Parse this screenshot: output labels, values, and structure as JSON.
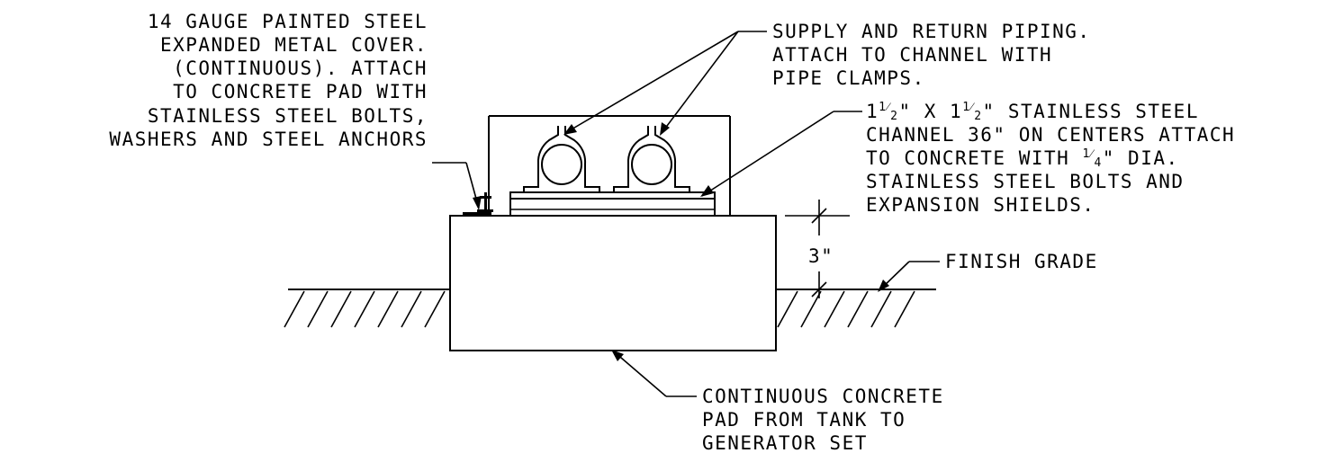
{
  "notes": {
    "cover": {
      "lines": [
        "14 GAUGE PAINTED STEEL",
        "EXPANDED METAL COVER.",
        "(CONTINUOUS). ATTACH",
        "TO CONCRETE PAD WITH",
        "STAINLESS STEEL BOLTS,",
        "WASHERS AND STEEL ANCHORS"
      ]
    },
    "piping": {
      "lines": [
        "SUPPLY AND RETURN PIPING.",
        "ATTACH TO CHANNEL WITH",
        "PIPE CLAMPS."
      ]
    },
    "channel": {
      "line1_a": "1",
      "line1_frac_num": "1",
      "line1_frac_den": "2",
      "line1_b": "\" X 1",
      "line1_frac_num2": "1",
      "line1_frac_den2": "2",
      "line1_c": "\" STAINLESS STEEL",
      "line2": "CHANNEL 36\" ON CENTERS ATTACH",
      "line3_a": "TO CONCRETE WITH ",
      "line3_frac_num": "1",
      "line3_frac_den": "4",
      "line3_b": "\" DIA.",
      "line4": "STAINLESS STEEL BOLTS AND",
      "line5": "EXPANSION SHIELDS."
    },
    "dimension": "3\"",
    "grade": "FINISH GRADE",
    "pad": {
      "lines": [
        "CONTINUOUS CONCRETE",
        "PAD FROM TANK TO",
        "GENERATOR SET"
      ]
    }
  }
}
